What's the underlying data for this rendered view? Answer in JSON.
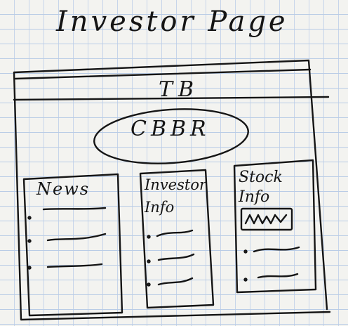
{
  "page_title": "Investor Page",
  "toolbar": {
    "label": "TB"
  },
  "logo": {
    "label": "CBBR"
  },
  "columns": {
    "news": {
      "title": "News",
      "bullet_count": 3
    },
    "investor_info": {
      "title": "Investor Info",
      "line1": "Investor",
      "line2": "Info",
      "bullet_count": 3
    },
    "stock_info": {
      "title": "Stock Info",
      "line1": "Stock",
      "line2": "Info",
      "bullet_count": 2
    }
  },
  "colors": {
    "ink": "#151515",
    "paper": "#f3f3f0",
    "rule": "#b9cce6"
  }
}
